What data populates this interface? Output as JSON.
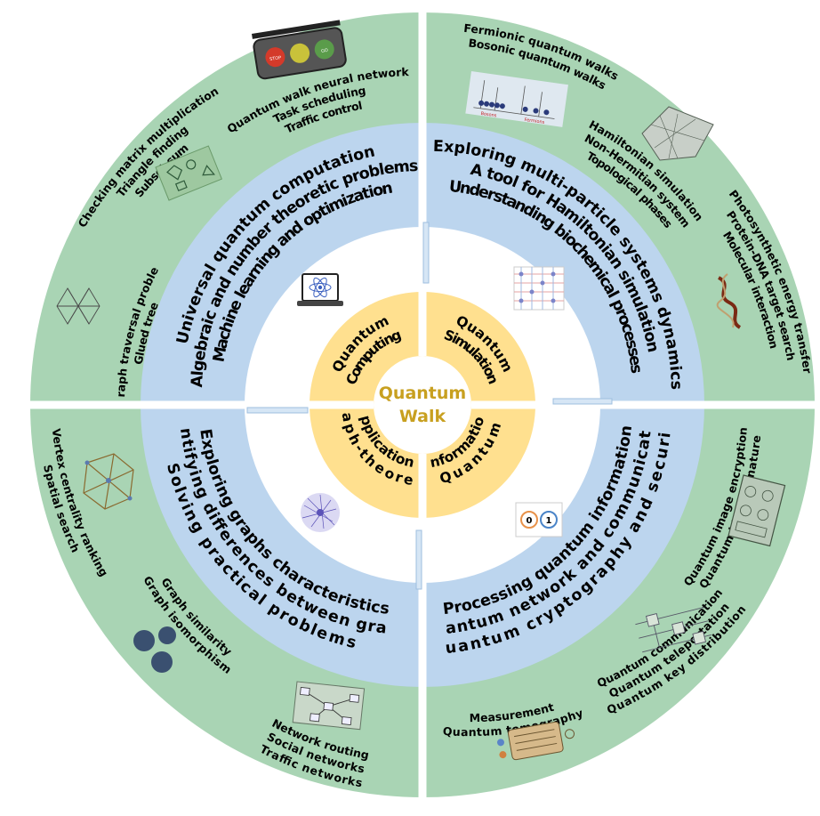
{
  "center": {
    "line1": "Quantum",
    "line2": "Walk"
  },
  "core": {
    "computing": [
      "Quantum",
      "Computing"
    ],
    "simulation": [
      "Quantum",
      "Simulation"
    ],
    "information": [
      "Information",
      "Quantum"
    ],
    "graph": [
      "Applications",
      "Graph-theoretic"
    ]
  },
  "middle": {
    "computing": [
      "Universal quantum computation",
      "Algebraic and number theoretic problems",
      "Machine learning and optimization"
    ],
    "simulation": [
      "Exploring multi-particle systems dynamics",
      "A tool for Hamiltonian simulation",
      "Understanding biochemical processes"
    ],
    "information": [
      "Processing quantum information",
      "Quantum network and communication",
      "Quantum cryptography and security"
    ],
    "graph": [
      "Exploring graphs characteristics",
      "Identifying differences between graphs",
      "Solving practical problems"
    ]
  },
  "outer": {
    "tl1": [
      "Graph traversal problem",
      "Glued tree"
    ],
    "tl2": [
      "Checking matrix multiplication",
      "Triangle finding",
      "Subset-sum"
    ],
    "tl3": [
      "Quantum walk neural network",
      "Task scheduling",
      "Traffic control"
    ],
    "tr1": [
      "Fermionic quantum walks",
      "Bosonic quantum walks"
    ],
    "tr2": [
      "Hamiltonian simulation",
      "Non-Hermitian system",
      "Topological phases"
    ],
    "tr3": [
      "Photosynthetic energy transfer",
      "Protein-DNA target search",
      "Molecular interaction"
    ],
    "br1": [
      "Quantum image encryption",
      "Quantum blind Signature"
    ],
    "br2": [
      "Quantum communication",
      "Quantum teleportation",
      "Quantum key distribution"
    ],
    "br3": [
      "Measurement",
      "Quantum tomography"
    ],
    "bl1": [
      "Vertex centrality ranking",
      "Spatial search"
    ],
    "bl2": [
      "Graph similarity",
      "Graph isomorphism"
    ],
    "bl3": [
      "Network routing",
      "Social networks",
      "Traffic networks"
    ]
  },
  "icons": {
    "traffic_light": [
      "STOP",
      "GO"
    ],
    "particles": [
      "Bosons",
      "Fermions"
    ],
    "qubit": [
      "0",
      "1"
    ]
  },
  "colors": {
    "outer_ring": "#a9d4b4",
    "middle_ring": "#bcd5ee",
    "inner_ring": "#ffffff",
    "core_ring": "#ffe08f",
    "center_text": "#c8a020"
  }
}
